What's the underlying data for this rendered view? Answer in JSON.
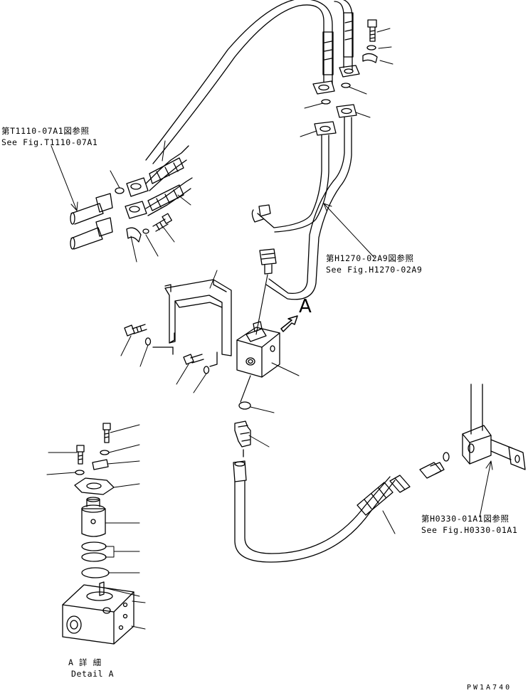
{
  "references": {
    "t1110": {
      "jp": "第T1110-07A1図参照",
      "en": "See Fig.T1110-07A1"
    },
    "h1270": {
      "jp": "第H1270-02A9図参照",
      "en": "See Fig.H1270-02A9"
    },
    "h0330": {
      "jp": "第H0330-01A1図参照",
      "en": "See Fig.H0330-01A1"
    }
  },
  "view_marker": "A",
  "detail": {
    "jp": "A 詳 細",
    "en": "Detail A"
  },
  "drawing_code": "PW1A740",
  "colors": {
    "line": "#000000",
    "background": "#ffffff"
  }
}
